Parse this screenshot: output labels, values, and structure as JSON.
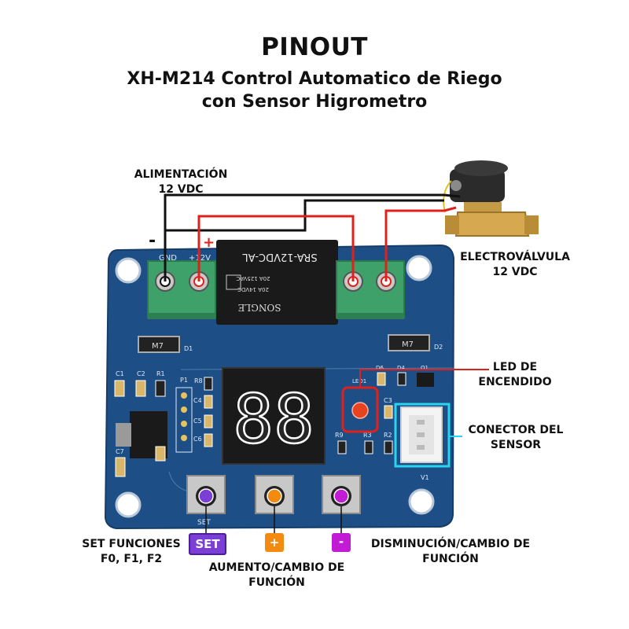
{
  "header": {
    "title": "PINOUT",
    "subtitle_line1": "XH-M214 Control Automatico de Riego",
    "subtitle_line2": "con Sensor Higrometro"
  },
  "labels": {
    "power_line1": "ALIMENTACIÓN",
    "power_line2": "12 VDC",
    "valve_line1": "ELECTROVÁLVULA",
    "valve_line2": "12 VDC",
    "led_line1": "LED DE",
    "led_line2": "ENCENDIDO",
    "sensor_line1": "CONECTOR DEL",
    "sensor_line2": "SENSOR",
    "set_line1": "SET FUNCIONES",
    "set_line2": "F0, F1, F2",
    "plus_line1": "AUMENTO/CAMBIO DE",
    "plus_line2": "FUNCIÓN",
    "minus_line1": "DISMINUCIÓN/CAMBIO DE",
    "minus_line2": "FUNCIÓN"
  },
  "polarity": {
    "negative": "-",
    "positive": "+"
  },
  "buttons": {
    "set": "SET",
    "plus": "+",
    "minus": "-"
  },
  "board_text": {
    "gnd": "GND",
    "v12": "+12V",
    "relay_model": "SRA-12VDC-AL",
    "relay_spec1": "20A 125VAC",
    "relay_spec2": "20A 14VDC",
    "relay_brand": "SONGLE",
    "m7": "M7",
    "d1": "D1",
    "d2": "D2",
    "c1": "C1",
    "c2": "C2",
    "r1": "R1",
    "p1": "P1",
    "r8": "R8",
    "c4": "C4",
    "c5": "C5",
    "c6": "C6",
    "c7": "C7",
    "c3": "C3",
    "r9": "R9",
    "r3": "R3",
    "r2": "R2",
    "led1": "LED1",
    "v1": "V1",
    "set_silk": "SET",
    "display": "88"
  },
  "colors": {
    "board": "#1d4f86",
    "terminal": "#3fa16a",
    "wire_positive": "#e0201b",
    "wire_negative": "#111111",
    "highlight_led": "#e0201b",
    "highlight_sensor": "#29d4f0",
    "set_button": "#7b3fd6",
    "plus_button": "#f28b10",
    "minus_button": "#c21bd4"
  }
}
